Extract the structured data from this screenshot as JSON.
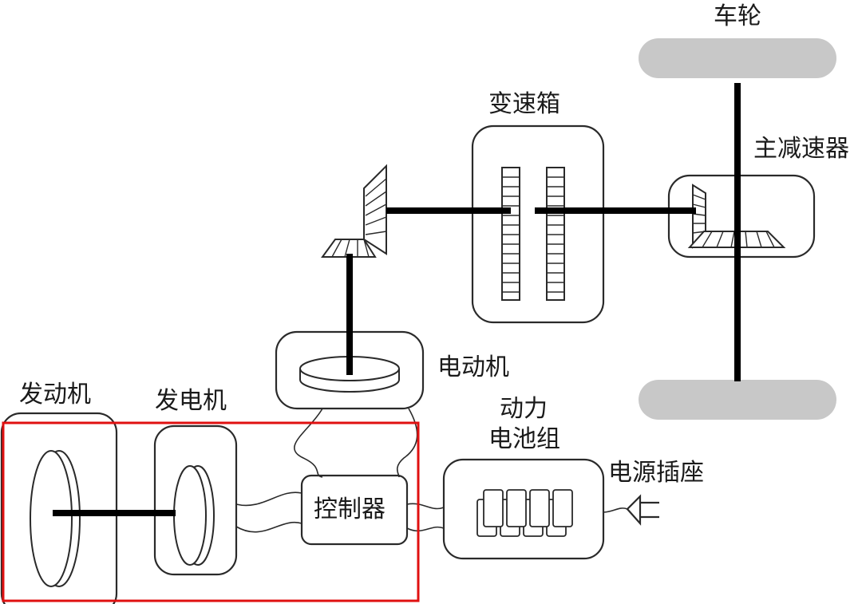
{
  "labels": {
    "wheel": "车轮",
    "gearbox": "变速箱",
    "final_drive": "主减速器",
    "motor": "电动机",
    "engine": "发动机",
    "generator": "发电机",
    "battery_line1": "动力",
    "battery_line2": "电池组",
    "power_socket": "电源插座",
    "controller": "控制器"
  },
  "colors": {
    "highlight": "#e01010",
    "wheel": "#c8c8c8",
    "shaft": "#000000",
    "outline": "#2a2a2a"
  }
}
